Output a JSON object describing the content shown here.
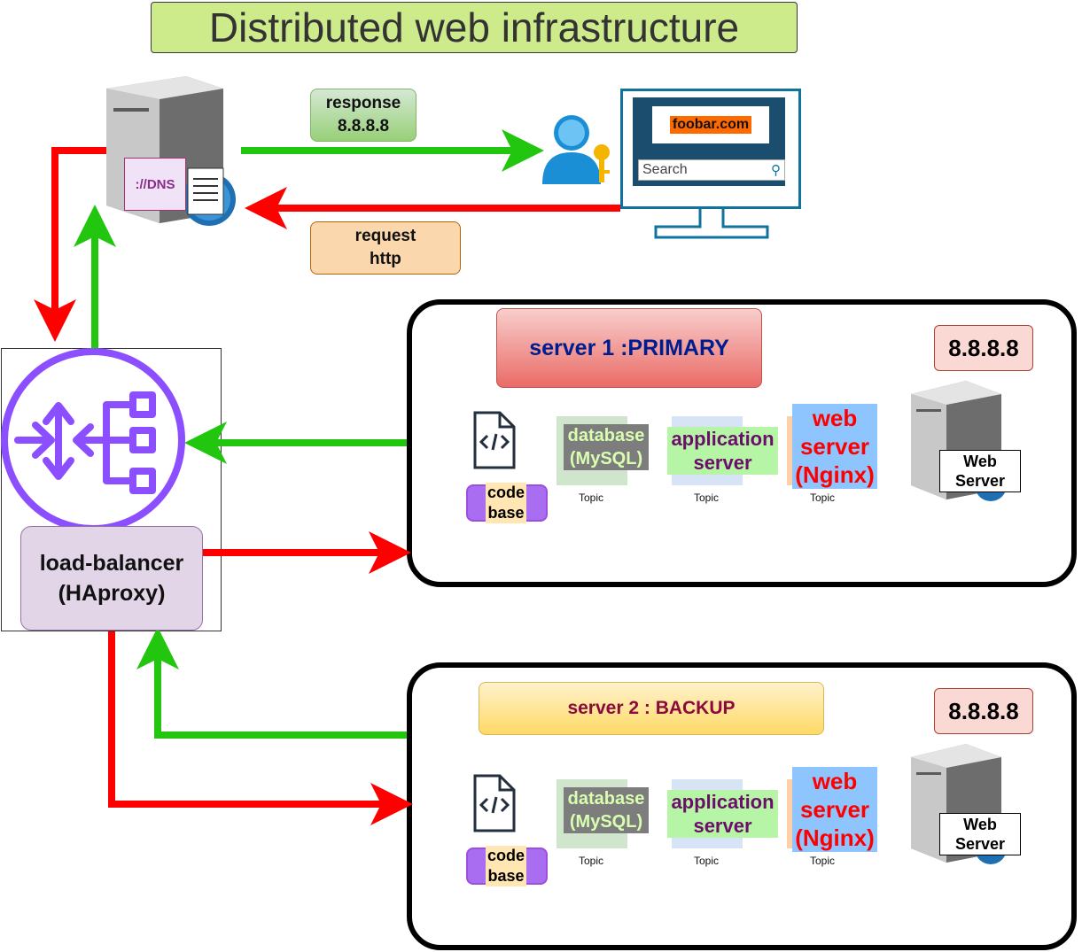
{
  "title": "Distributed web infrastructure",
  "dns": {
    "label": "://DNS"
  },
  "response": {
    "text": "response\n8.8.8.8"
  },
  "request": {
    "text": "request\nhttp"
  },
  "client": {
    "domain": "foobar.com",
    "search_placeholder": "Search"
  },
  "load_balancer": {
    "label": "load-balancer\n(HAproxy)"
  },
  "server1": {
    "title": "server 1 :PRIMARY",
    "ip": "8.8.8.8",
    "codebase": "code\nbase",
    "database": "database\n(MySQL)",
    "app_server": "application\nserver",
    "web_server": "web\nserver\n(Nginx)",
    "topic": "Topic",
    "machine_label": "Web\nServer"
  },
  "server2": {
    "title": "server 2 : BACKUP",
    "ip": "8.8.8.8",
    "codebase": "code\nbase",
    "database": "database\n(MySQL)",
    "app_server": "application\nserver",
    "web_server": "web\nserver\n(Nginx)",
    "topic": "Topic",
    "machine_label": "Web\nServer"
  },
  "colors": {
    "request_arrow": "#ff0000",
    "response_arrow": "#22c60f",
    "lb_icon": "#8c4fff"
  }
}
